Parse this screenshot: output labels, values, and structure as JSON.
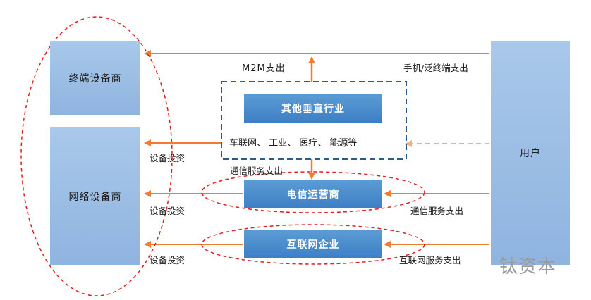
{
  "nodes": {
    "terminal_vendor": "终端设备商",
    "network_vendor": "网络设备商",
    "other_verticals": "其他垂直行业",
    "verticals_examples": "车联网、 工业、 医疗、 能源等",
    "telecom_operator": "电信运营商",
    "internet_company": "互联网企业",
    "user": "用户"
  },
  "edges": {
    "m2m_spend": "M2M支出",
    "handset_spend": "手机/泛终端支出",
    "equipment_invest_1": "设备投资",
    "equipment_invest_2": "设备投资",
    "equipment_invest_3": "设备投资",
    "comm_service_spend_top": "通信服务支出",
    "comm_service_spend_user": "通信服务支出",
    "internet_service_spend": "互联网服务支出"
  },
  "watermark": "钛资本",
  "colors": {
    "arrow": "#ed7d31",
    "arrow_light": "#f4b183",
    "ellipse": "#e02020",
    "dash_box": "#2f5c86"
  }
}
